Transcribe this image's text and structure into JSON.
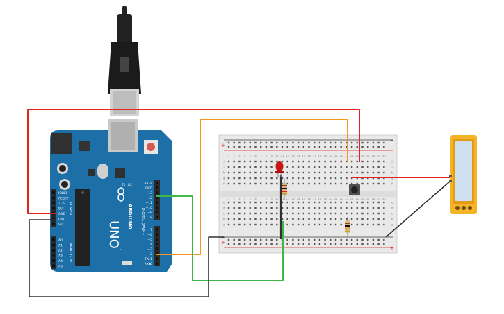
{
  "board": {
    "model_text": "UNO",
    "brand_text": "ARDUINO",
    "power_header_label": "POWER",
    "analog_header_label": "ANALOG IN",
    "digital_header_label": "DIGITAL (PWM~)",
    "power_pins": [
      "IOREF",
      "RESET",
      "3.3V",
      "5V",
      "GND",
      "GND",
      "Vin"
    ],
    "analog_pins": [
      "A0",
      "A1",
      "A2",
      "A3",
      "A4",
      "A5"
    ],
    "digital_top_pins": [
      "AREF",
      "GND",
      "13",
      "12",
      "~11",
      "~10",
      "~9",
      "8"
    ],
    "digital_bottom_pins": [
      "7",
      "~6",
      "~5",
      "4",
      "~3",
      "2",
      "TX▸1",
      "RX◂0"
    ],
    "led_labels": [
      "TX",
      "RX",
      "L"
    ]
  },
  "breadboard": {
    "row_letters_top": [
      "j",
      "i",
      "h",
      "g",
      "f"
    ],
    "row_letters_bottom": [
      "e",
      "d",
      "c",
      "b",
      "a"
    ],
    "col_numbers": [
      "1",
      "2",
      "3",
      "4",
      "5",
      "6",
      "7",
      "8",
      "9",
      "10",
      "11",
      "12",
      "13",
      "14",
      "15",
      "16",
      "17",
      "18",
      "19",
      "20",
      "21",
      "22",
      "23",
      "24",
      "25",
      "26",
      "27",
      "28",
      "29",
      "30"
    ],
    "rail_plus": "+",
    "rail_minus": "−"
  },
  "colors": {
    "board_blue": "#1d6fa8",
    "wire_red": "#e0251d",
    "wire_orange": "#f39a1e",
    "wire_green": "#41b649",
    "wire_black": "#303030",
    "sensor_yellow": "#f5b428"
  }
}
